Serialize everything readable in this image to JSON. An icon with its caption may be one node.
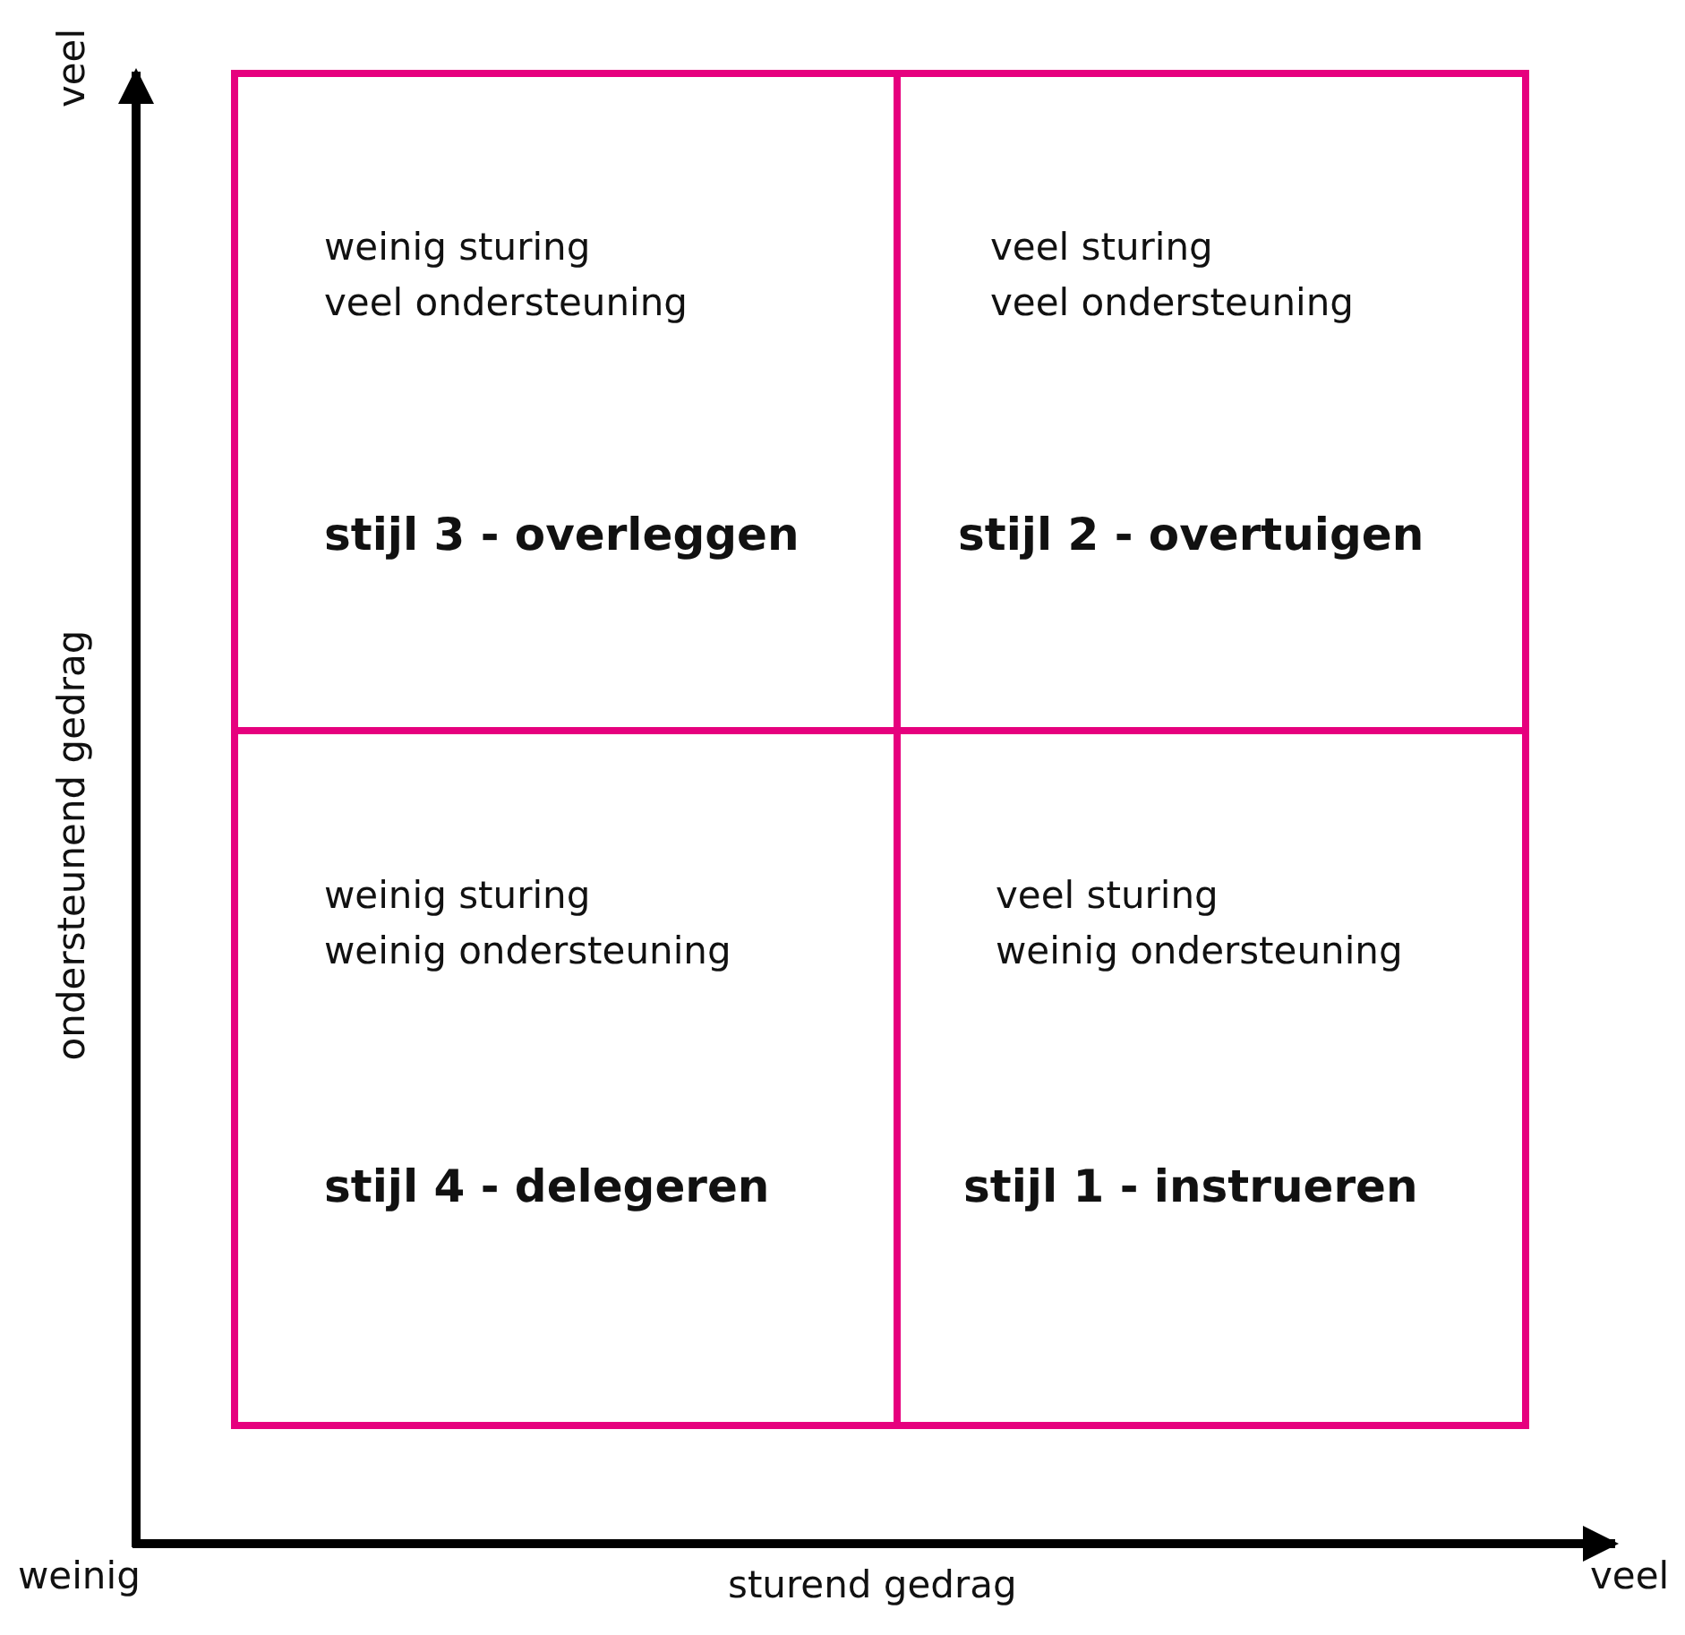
{
  "diagram": {
    "nodes": [
      {
        "text": [
          "weinig sturing",
          "veel ondersteuning",
          "stijl 3 - overleggen"
        ]
      },
      {
        "text": [
          "veel sturing",
          "veel ondersteuning",
          "stijl 2 - overtuigen"
        ]
      },
      {
        "text": [
          "weinig sturing",
          "weinig ondersteuning",
          "stijl 4 - delegeren"
        ]
      },
      {
        "text": [
          "veel sturing",
          "weinig ondersteuning",
          "stijl 1 - instrueren"
        ]
      }
    ],
    "edges": [],
    "labels": [
      "veel",
      "ondersteunend gedrag",
      "weinig",
      "sturend gedrag",
      "veel"
    ]
  }
}
